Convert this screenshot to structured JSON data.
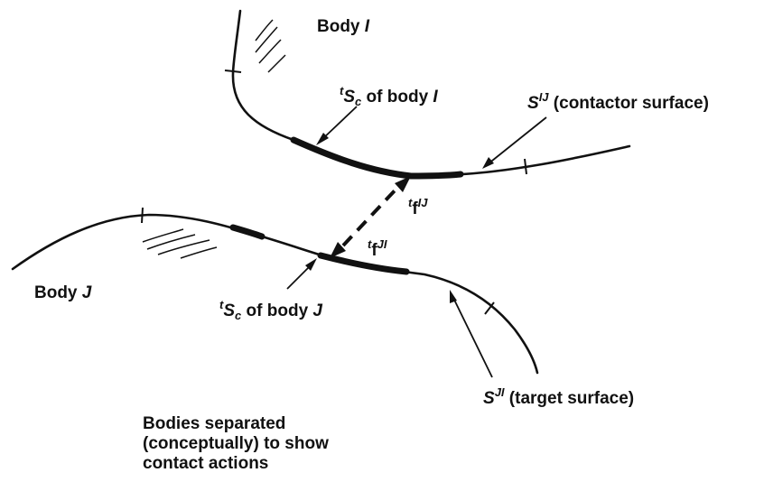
{
  "labels": {
    "body_i_word": "Body",
    "body_i_letter": "I",
    "body_j_word": "Body",
    "body_j_letter": "J",
    "sc_i_sup": "t",
    "sc_i_s": "S",
    "sc_i_sub": "c",
    "sc_i_rest": " of body ",
    "sc_i_letter": "I",
    "sc_j_sup": "t",
    "sc_j_s": "S",
    "sc_j_sub": "c",
    "sc_j_rest": " of body ",
    "sc_j_letter": "J",
    "contactor_s": "S",
    "contactor_sup": "IJ",
    "contactor_text": " (contactor surface)",
    "target_s": "S",
    "target_sup": "JI",
    "target_text": " (target surface)",
    "force_ij_pre": "t",
    "force_ij_f": "f",
    "force_ij_sup": "IJ",
    "force_ji_pre": "t",
    "force_ji_f": "f",
    "force_ji_sup": "JI"
  },
  "caption": {
    "line1": "Bodies separated",
    "line2": "(conceptually) to show",
    "line3": "contact actions"
  },
  "colors": {
    "ink": "#111111",
    "background": "#ffffff"
  }
}
